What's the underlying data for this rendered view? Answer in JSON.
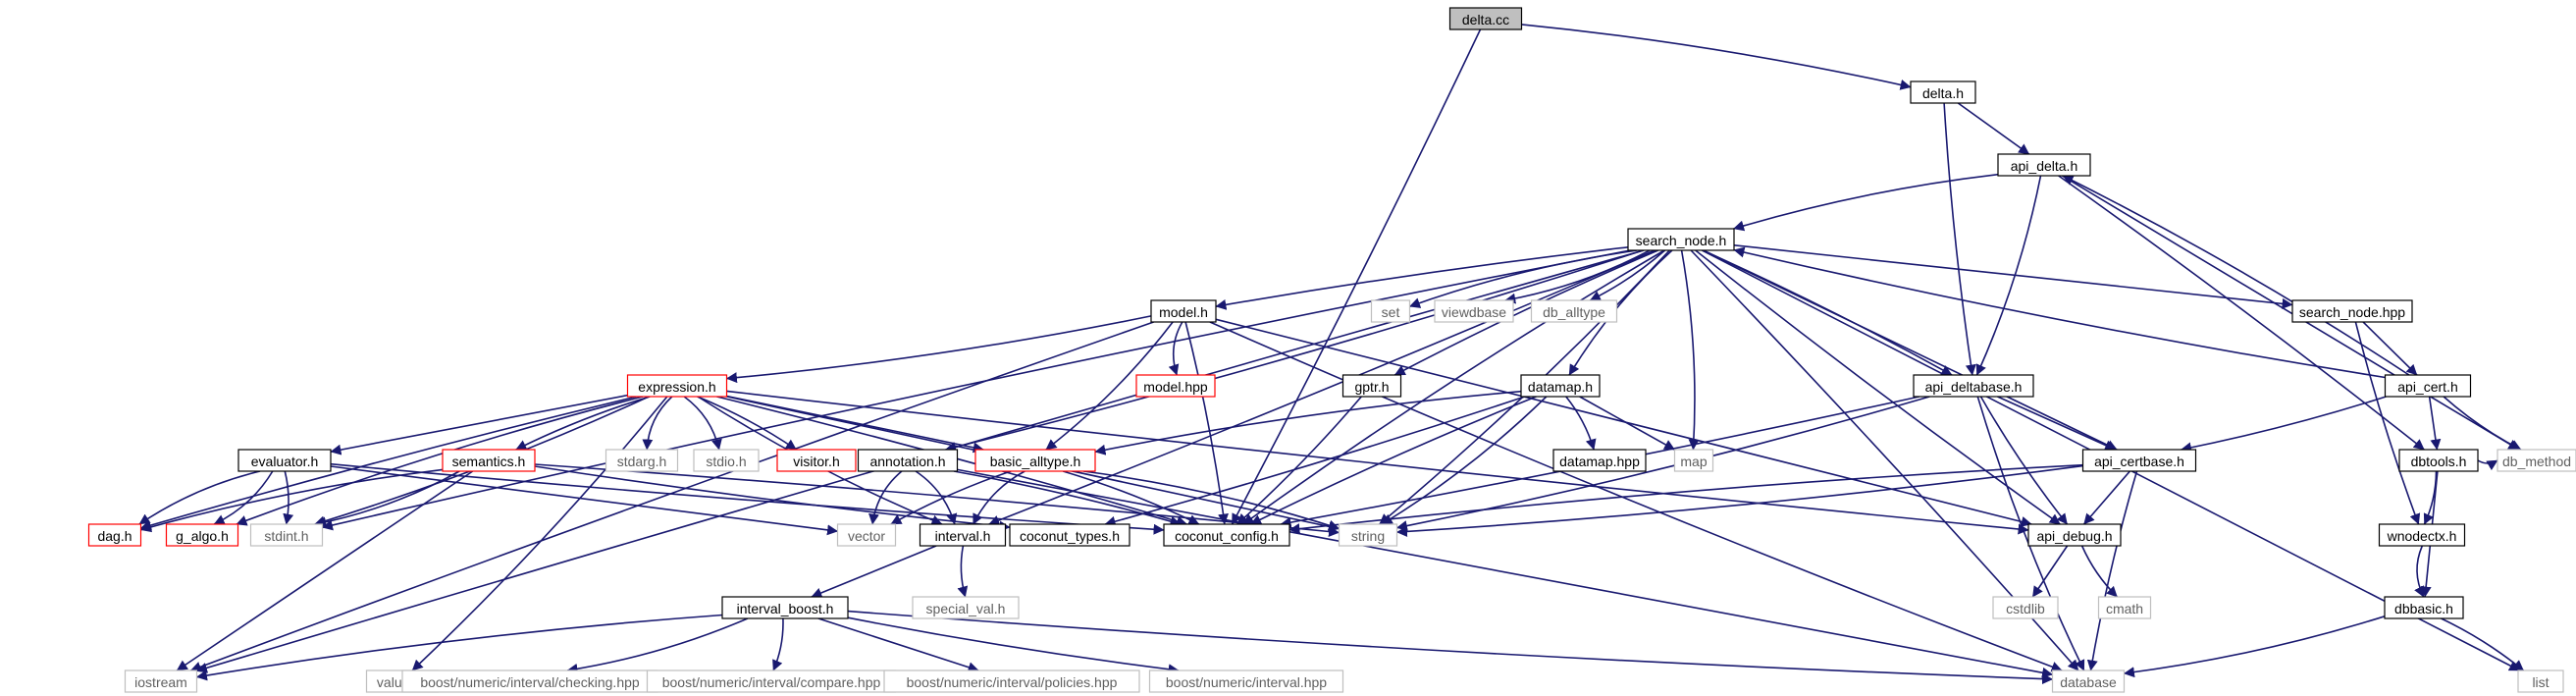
{
  "colors": {
    "edge": "#191970",
    "root_fill": "#bfbfbf",
    "doc_border": "#000000",
    "missing_doc_border": "#ff0000",
    "system_border": "#bfbfbf"
  },
  "nodes": [
    {
      "id": "delta_cc",
      "label": "delta.cc",
      "kind": "root"
    },
    {
      "id": "delta_h",
      "label": "delta.h",
      "kind": "doc"
    },
    {
      "id": "api_delta_h",
      "label": "api_delta.h",
      "kind": "doc"
    },
    {
      "id": "search_node_h",
      "label": "search_node.h",
      "kind": "doc"
    },
    {
      "id": "model_h",
      "label": "model.h",
      "kind": "doc"
    },
    {
      "id": "set",
      "label": "set",
      "kind": "sys"
    },
    {
      "id": "viewdbase",
      "label": "viewdbase",
      "kind": "sys"
    },
    {
      "id": "db_alltype",
      "label": "db_alltype",
      "kind": "sys"
    },
    {
      "id": "search_node_hpp",
      "label": "search_node.hpp",
      "kind": "doc"
    },
    {
      "id": "model_hpp",
      "label": "model.hpp",
      "kind": "red"
    },
    {
      "id": "gptr_h",
      "label": "gptr.h",
      "kind": "doc"
    },
    {
      "id": "expression_h",
      "label": "expression.h",
      "kind": "red"
    },
    {
      "id": "datamap_h",
      "label": "datamap.h",
      "kind": "doc"
    },
    {
      "id": "api_deltabase_h",
      "label": "api_deltabase.h",
      "kind": "doc"
    },
    {
      "id": "api_cert_h",
      "label": "api_cert.h",
      "kind": "doc"
    },
    {
      "id": "evaluator_h",
      "label": "evaluator.h",
      "kind": "doc"
    },
    {
      "id": "semantics_h",
      "label": "semantics.h",
      "kind": "red"
    },
    {
      "id": "stdarg_h",
      "label": "stdarg.h",
      "kind": "sys"
    },
    {
      "id": "stdio_h",
      "label": "stdio.h",
      "kind": "sys"
    },
    {
      "id": "visitor_h",
      "label": "visitor.h",
      "kind": "red"
    },
    {
      "id": "annotation_h",
      "label": "annotation.h",
      "kind": "doc"
    },
    {
      "id": "basic_alltype_h",
      "label": "basic_alltype.h",
      "kind": "red"
    },
    {
      "id": "datamap_hpp",
      "label": "datamap.hpp",
      "kind": "doc"
    },
    {
      "id": "map",
      "label": "map",
      "kind": "sys"
    },
    {
      "id": "api_certbase_h",
      "label": "api_certbase.h",
      "kind": "doc"
    },
    {
      "id": "dbtools_h",
      "label": "dbtools.h",
      "kind": "doc"
    },
    {
      "id": "db_method",
      "label": "db_method",
      "kind": "sys"
    },
    {
      "id": "dag_h",
      "label": "dag.h",
      "kind": "red"
    },
    {
      "id": "g_algo_h",
      "label": "g_algo.h",
      "kind": "red"
    },
    {
      "id": "stdint_h",
      "label": "stdint.h",
      "kind": "sys"
    },
    {
      "id": "vector",
      "label": "vector",
      "kind": "sys"
    },
    {
      "id": "interval_h",
      "label": "interval.h",
      "kind": "doc"
    },
    {
      "id": "coconut_types_h",
      "label": "coconut_types.h",
      "kind": "doc"
    },
    {
      "id": "coconut_config_h",
      "label": "coconut_config.h",
      "kind": "doc"
    },
    {
      "id": "string",
      "label": "string",
      "kind": "sys"
    },
    {
      "id": "api_debug_h",
      "label": "api_debug.h",
      "kind": "doc"
    },
    {
      "id": "wnodectx_h",
      "label": "wnodectx.h",
      "kind": "doc"
    },
    {
      "id": "special_val_h",
      "label": "special_val.h",
      "kind": "sys"
    },
    {
      "id": "cstdlib",
      "label": "cstdlib",
      "kind": "sys"
    },
    {
      "id": "cmath",
      "label": "cmath",
      "kind": "sys"
    },
    {
      "id": "dbbasic_h",
      "label": "dbbasic.h",
      "kind": "doc"
    },
    {
      "id": "interval_boost_h",
      "label": "interval_boost.h",
      "kind": "doc"
    },
    {
      "id": "iostream",
      "label": "iostream",
      "kind": "sys"
    },
    {
      "id": "values_h",
      "label": "values.h",
      "kind": "sys"
    },
    {
      "id": "checking_hpp",
      "label": "boost/numeric/interval/checking.hpp",
      "kind": "sys"
    },
    {
      "id": "compare_hpp",
      "label": "boost/numeric/interval/compare.hpp",
      "kind": "sys"
    },
    {
      "id": "policies_hpp",
      "label": "boost/numeric/interval/policies.hpp",
      "kind": "sys"
    },
    {
      "id": "interval_hpp",
      "label": "boost/numeric/interval.hpp",
      "kind": "sys"
    },
    {
      "id": "database",
      "label": "database",
      "kind": "sys"
    },
    {
      "id": "list",
      "label": "list",
      "kind": "sys"
    }
  ],
  "edges": [
    [
      "delta_cc",
      "delta_h"
    ],
    [
      "delta_cc",
      "coconut_config_h"
    ],
    [
      "delta_h",
      "api_delta_h"
    ],
    [
      "delta_h",
      "api_deltabase_h"
    ],
    [
      "api_delta_h",
      "search_node_h"
    ],
    [
      "api_delta_h",
      "api_deltabase_h"
    ],
    [
      "api_delta_h",
      "dbtools_h"
    ],
    [
      "api_delta_h",
      "db_method"
    ],
    [
      "search_node_h",
      "model_h"
    ],
    [
      "search_node_h",
      "set"
    ],
    [
      "search_node_h",
      "viewdbase"
    ],
    [
      "search_node_h",
      "db_alltype"
    ],
    [
      "search_node_h",
      "search_node_hpp"
    ],
    [
      "search_node_h",
      "gptr_h"
    ],
    [
      "search_node_h",
      "datamap_h"
    ],
    [
      "search_node_h",
      "map"
    ],
    [
      "search_node_h",
      "api_deltabase_h"
    ],
    [
      "search_node_h",
      "api_certbase_h"
    ],
    [
      "search_node_h",
      "api_debug_h"
    ],
    [
      "search_node_h",
      "coconut_config_h"
    ],
    [
      "search_node_h",
      "string"
    ],
    [
      "search_node_h",
      "database"
    ],
    [
      "search_node_h",
      "list"
    ],
    [
      "search_node_h",
      "iostream"
    ],
    [
      "search_node_h",
      "stdint_h"
    ],
    [
      "search_node_h",
      "annotation_h"
    ],
    [
      "search_node_h",
      "interval_h"
    ],
    [
      "search_node_hpp",
      "api_cert_h"
    ],
    [
      "search_node_hpp",
      "wnodectx_h"
    ],
    [
      "api_cert_h",
      "api_delta_h"
    ],
    [
      "api_cert_h",
      "search_node_h"
    ],
    [
      "api_cert_h",
      "api_certbase_h"
    ],
    [
      "api_cert_h",
      "dbtools_h"
    ],
    [
      "api_cert_h",
      "db_method"
    ],
    [
      "model_h",
      "model_hpp"
    ],
    [
      "model_h",
      "expression_h"
    ],
    [
      "model_h",
      "coconut_config_h"
    ],
    [
      "model_h",
      "api_debug_h"
    ],
    [
      "model_h",
      "iostream"
    ],
    [
      "model_h",
      "database"
    ],
    [
      "model_h",
      "basic_alltype_h"
    ],
    [
      "gptr_h",
      "coconut_config_h"
    ],
    [
      "expression_h",
      "evaluator_h"
    ],
    [
      "expression_h",
      "semantics_h"
    ],
    [
      "expression_h",
      "stdarg_h"
    ],
    [
      "expression_h",
      "stdio_h"
    ],
    [
      "expression_h",
      "visitor_h"
    ],
    [
      "expression_h",
      "basic_alltype_h"
    ],
    [
      "expression_h",
      "dag_h"
    ],
    [
      "expression_h",
      "g_algo_h"
    ],
    [
      "expression_h",
      "values_h"
    ],
    [
      "expression_h",
      "coconut_config_h"
    ],
    [
      "expression_h",
      "string"
    ],
    [
      "expression_h",
      "api_debug_h"
    ],
    [
      "expression_h",
      "interval_h"
    ],
    [
      "expression_h",
      "stdint_h"
    ],
    [
      "datamap_h",
      "datamap_hpp"
    ],
    [
      "datamap_h",
      "map"
    ],
    [
      "datamap_h",
      "coconut_config_h"
    ],
    [
      "datamap_h",
      "basic_alltype_h"
    ],
    [
      "datamap_h",
      "string"
    ],
    [
      "datamap_h",
      "coconut_types_h"
    ],
    [
      "api_deltabase_h",
      "api_certbase_h"
    ],
    [
      "api_deltabase_h",
      "api_debug_h"
    ],
    [
      "api_deltabase_h",
      "database"
    ],
    [
      "api_deltabase_h",
      "string"
    ],
    [
      "api_deltabase_h",
      "coconut_config_h"
    ],
    [
      "api_certbase_h",
      "api_debug_h"
    ],
    [
      "api_certbase_h",
      "database"
    ],
    [
      "api_certbase_h",
      "coconut_config_h"
    ],
    [
      "api_certbase_h",
      "string"
    ],
    [
      "dbtools_h",
      "wnodectx_h"
    ],
    [
      "dbtools_h",
      "dbbasic_h"
    ],
    [
      "dbtools_h",
      "db_method"
    ],
    [
      "wnodectx_h",
      "dbbasic_h"
    ],
    [
      "dbbasic_h",
      "database"
    ],
    [
      "dbbasic_h",
      "list"
    ],
    [
      "api_debug_h",
      "cstdlib"
    ],
    [
      "api_debug_h",
      "cmath"
    ],
    [
      "evaluator_h",
      "dag_h"
    ],
    [
      "evaluator_h",
      "g_algo_h"
    ],
    [
      "evaluator_h",
      "stdint_h"
    ],
    [
      "evaluator_h",
      "vector"
    ],
    [
      "evaluator_h",
      "coconut_config_h"
    ],
    [
      "semantics_h",
      "dag_h"
    ],
    [
      "semantics_h",
      "stdint_h"
    ],
    [
      "semantics_h",
      "string"
    ],
    [
      "semantics_h",
      "iostream"
    ],
    [
      "semantics_h",
      "coconut_types_h"
    ],
    [
      "annotation_h",
      "vector"
    ],
    [
      "annotation_h",
      "interval_h"
    ],
    [
      "annotation_h",
      "coconut_config_h"
    ],
    [
      "annotation_h",
      "database"
    ],
    [
      "basic_alltype_h",
      "vector"
    ],
    [
      "basic_alltype_h",
      "interval_h"
    ],
    [
      "basic_alltype_h",
      "string"
    ],
    [
      "basic_alltype_h",
      "coconut_config_h"
    ],
    [
      "interval_h",
      "interval_boost_h"
    ],
    [
      "interval_h",
      "special_val_h"
    ],
    [
      "interval_boost_h",
      "iostream"
    ],
    [
      "interval_boost_h",
      "checking_hpp"
    ],
    [
      "interval_boost_h",
      "compare_hpp"
    ],
    [
      "interval_boost_h",
      "policies_hpp"
    ],
    [
      "interval_boost_h",
      "interval_hpp"
    ],
    [
      "interval_boost_h",
      "database"
    ]
  ]
}
